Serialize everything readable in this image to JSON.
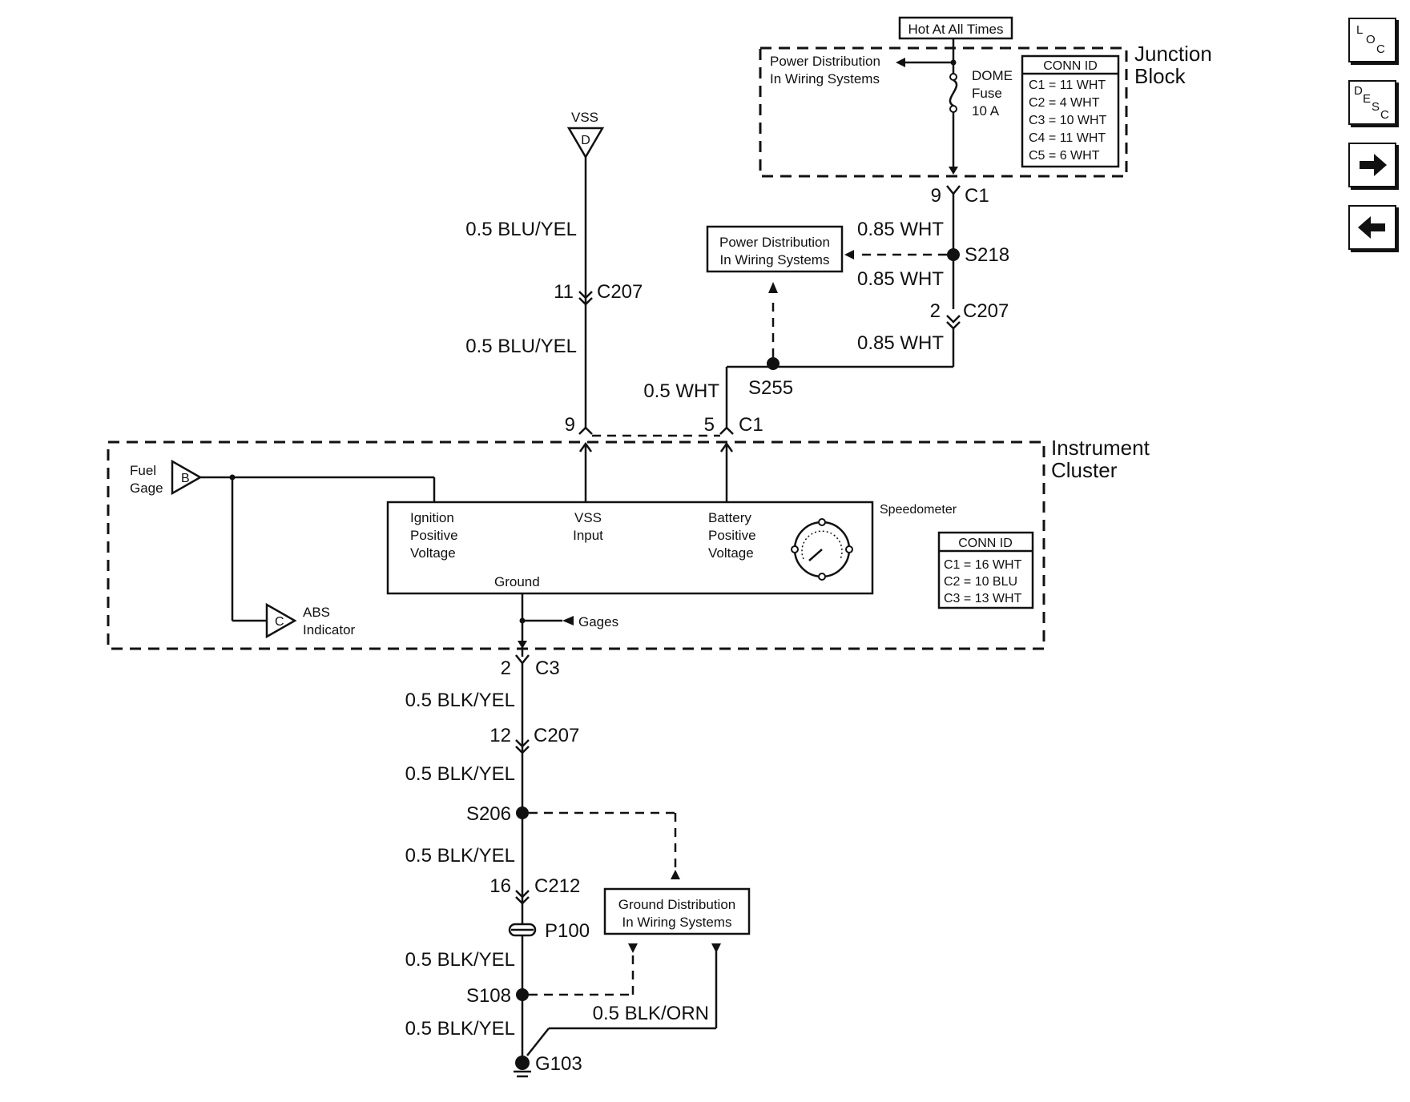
{
  "nav": {
    "loc": {
      "a": "L",
      "b": "O",
      "c": "C"
    },
    "desc": {
      "a": "D",
      "b": "E",
      "c": "S",
      "d": "C"
    }
  },
  "junction_block": {
    "hot_label": "Hot At All Times",
    "title_line1": "Junction",
    "title_line2": "Block",
    "power_dist_line1": "Power Distribution",
    "power_dist_line2": "In Wiring Systems",
    "fuse_line1": "DOME",
    "fuse_line2": "Fuse",
    "fuse_line3": "10 A",
    "conn_header": "CONN ID",
    "conn_rows": [
      "C1 = 11 WHT",
      "C2 = 4 WHT",
      "C3 = 10 WHT",
      "C4 = 11 WHT",
      "C5 = 6 WHT"
    ]
  },
  "upper_right": {
    "c1_pin": "9",
    "c1_label": "C1",
    "wire_a": "0.85 WHT",
    "splice_s218": "S218",
    "wire_b": "0.85 WHT",
    "c207_pin": "2",
    "c207_label": "C207",
    "wire_c": "0.85 WHT",
    "power_box_line1": "Power Distribution",
    "power_box_line2": "In Wiring Systems",
    "splice_s255": "S255",
    "wire_d": "0.5 WHT"
  },
  "vss": {
    "label": "VSS",
    "tri_letter": "D",
    "wire_a": "0.5 BLU/YEL",
    "c207_pin": "11",
    "c207_label": "C207",
    "wire_b": "0.5 BLU/YEL"
  },
  "cluster": {
    "title_line1": "Instrument",
    "title_line2": "Cluster",
    "pin_vss": "9",
    "pin_batt": "5",
    "conn_c1": "C1",
    "fuel_line1": "Fuel",
    "fuel_line2": "Gage",
    "fuel_letter": "B",
    "abs_line1": "ABS",
    "abs_line2": "Indicator",
    "abs_letter": "C",
    "ign_line1": "Ignition",
    "ign_line2": "Positive",
    "ign_line3": "Voltage",
    "vss_line1": "VSS",
    "vss_line2": "Input",
    "bat_line1": "Battery",
    "bat_line2": "Positive",
    "bat_line3": "Voltage",
    "ground": "Ground",
    "speedometer": "Speedometer",
    "gages": "Gages",
    "conn_header": "CONN ID",
    "conn_rows": [
      "C1 = 16 WHT",
      "C2 = 10 BLU",
      "C3 = 13 WHT"
    ]
  },
  "ground_path": {
    "c3_pin": "2",
    "c3_label": "C3",
    "wire_1": "0.5 BLK/YEL",
    "c207_pin": "12",
    "c207_label": "C207",
    "wire_2": "0.5 BLK/YEL",
    "splice_s206": "S206",
    "wire_3": "0.5 BLK/YEL",
    "c212_pin": "16",
    "c212_label": "C212",
    "p100": "P100",
    "wire_4": "0.5 BLK/YEL",
    "splice_s108": "S108",
    "wire_5": "0.5 BLK/YEL",
    "wire_orn": "0.5 BLK/ORN",
    "ground_g103": "G103",
    "gnd_box_line1": "Ground Distribution",
    "gnd_box_line2": "In Wiring Systems"
  }
}
